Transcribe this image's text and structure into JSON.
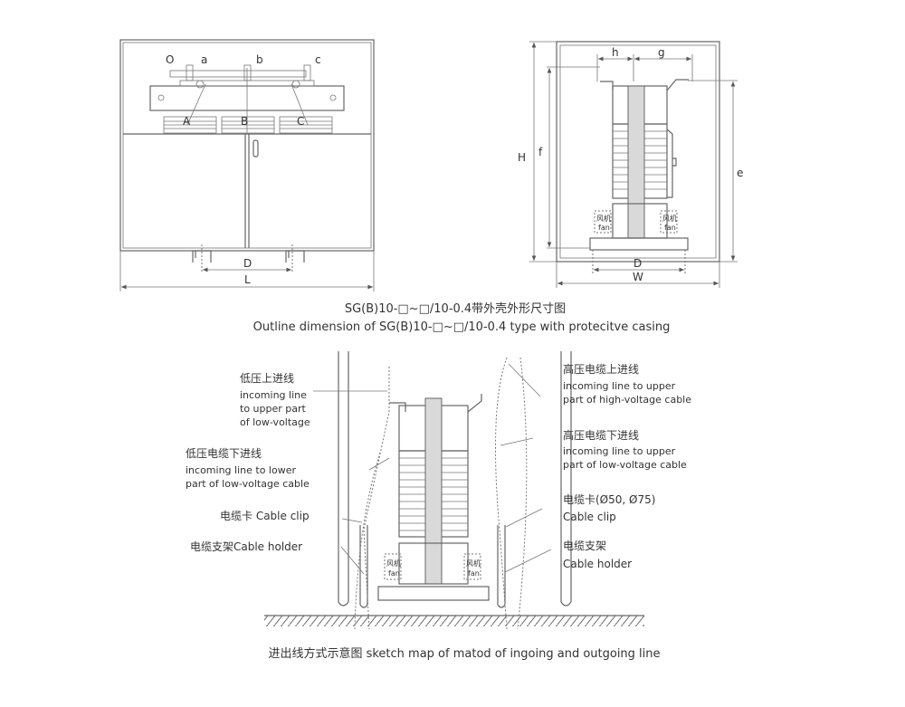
{
  "front_view": {
    "labels": {
      "O": "O",
      "a": "a",
      "b": "b",
      "c": "c",
      "A": "A",
      "B": "B",
      "C": "C",
      "D": "D",
      "L": "L"
    }
  },
  "side_view": {
    "labels": {
      "h": "h",
      "g": "g",
      "H": "H",
      "f": "f",
      "e": "e",
      "D": "D",
      "W": "W",
      "fan_cn": "风机",
      "fan_en": "fan"
    }
  },
  "caption_top": {
    "cn": "SG(B)10-□~□/10-0.4带外壳外形尺寸图",
    "en": "Outline dimension of SG(B)10-□~□/10-0.4  type with protecitve casing"
  },
  "sketch": {
    "left_labels": [
      {
        "cn": "低压上进线",
        "en": [
          "incoming line",
          "to upper part",
          "of low-voltage"
        ]
      },
      {
        "cn": "低压电缆下进线",
        "en": [
          "incoming line to lower",
          "part of low-voltage cable"
        ]
      },
      {
        "cn": "电缆卡 Cable clip",
        "en": []
      },
      {
        "cn": "电缆支架Cable holder",
        "en": []
      }
    ],
    "right_labels": [
      {
        "cn": "高压电缆上进线",
        "en": [
          "incoming line to upper",
          "part of high-voltage cable"
        ]
      },
      {
        "cn": "高压电缆下进线",
        "en": [
          "incoming line to upper",
          "part of low-voltage cable"
        ]
      },
      {
        "cn": "电缆卡(Ø50, Ø75)",
        "en": [
          "Cable clip"
        ]
      },
      {
        "cn": "电缆支架",
        "en": [
          "Cable holder"
        ]
      }
    ],
    "fan_cn": "风机",
    "fan_en": "fan",
    "caption": "进出线方式示意图 sketch map of matod of ingoing and outgoing line"
  }
}
